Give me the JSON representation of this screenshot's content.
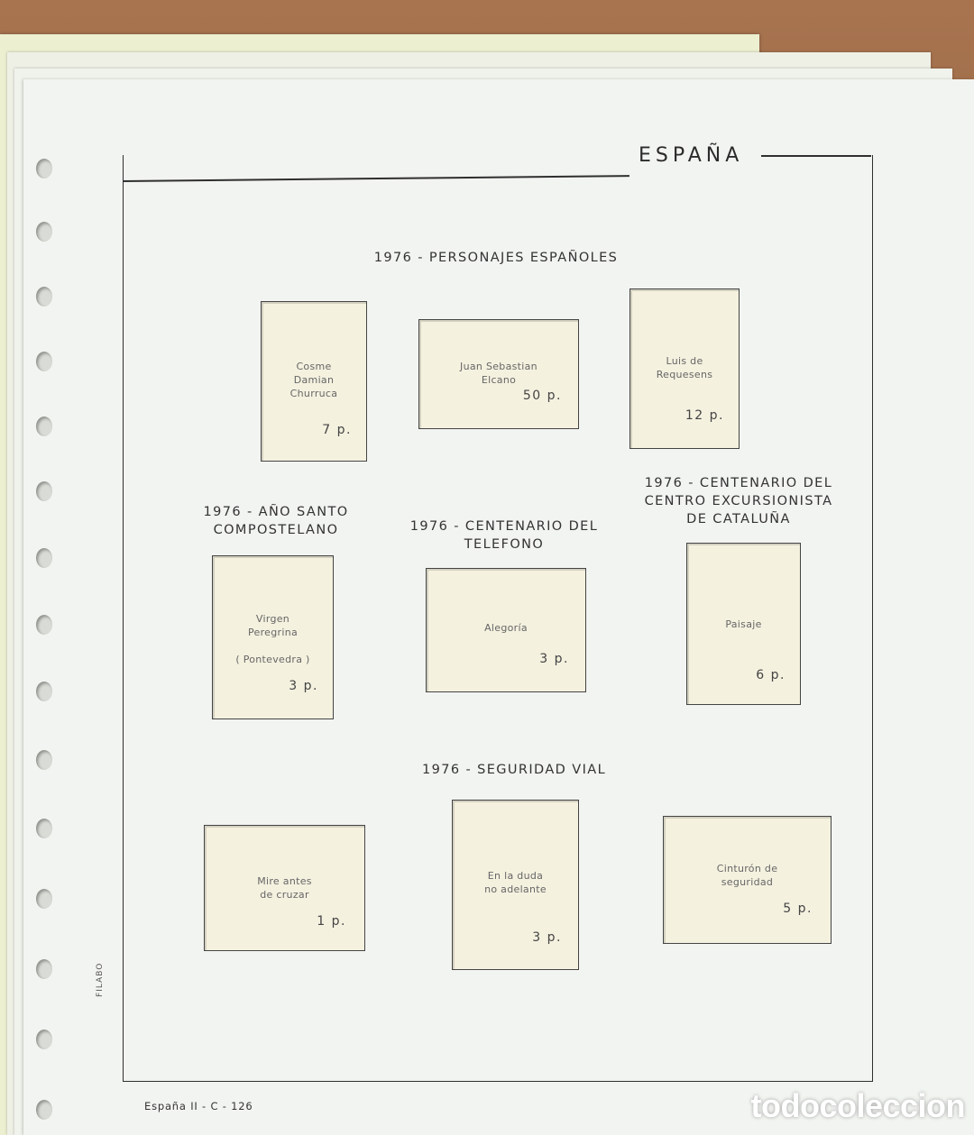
{
  "page": {
    "country": "ESPAÑA",
    "side_label": "FILABO",
    "footer": "España II - C - 126",
    "watermark": "todocoleccion"
  },
  "headings": [
    {
      "text": "1976 - PERSONAJES ESPAÑOLES"
    },
    {
      "text": "1976 - AÑO SANTO\nCOMPOSTELANO"
    },
    {
      "text": "1976 - CENTENARIO DEL\nTELEFONO"
    },
    {
      "text": "1976 - CENTENARIO DEL\nCENTRO EXCURSIONISTA\nDE CATALUÑA"
    },
    {
      "text": "1976 - SEGURIDAD VIAL"
    }
  ],
  "stamps": [
    {
      "name": "Cosme\nDamian\nChurruca",
      "value": "7 p."
    },
    {
      "name": "Juan Sebastian\nElcano",
      "value": "50 p."
    },
    {
      "name": "Luis de\nRequesens",
      "value": "12 p."
    },
    {
      "name": "Virgen\nPeregrina\n\n( Pontevedra )",
      "value": "3 p."
    },
    {
      "name": "Alegoría",
      "value": "3 p."
    },
    {
      "name": "Paisaje",
      "value": "6 p."
    },
    {
      "name": "Mire antes\nde cruzar",
      "value": "1 p."
    },
    {
      "name": "En la duda\nno adelante",
      "value": "3 p."
    },
    {
      "name": "Cinturón de\nseguridad",
      "value": "5 p."
    }
  ],
  "colors": {
    "paper": "#f2f4f1",
    "mount": "#f4f1df",
    "ink": "#2f2f2f"
  }
}
